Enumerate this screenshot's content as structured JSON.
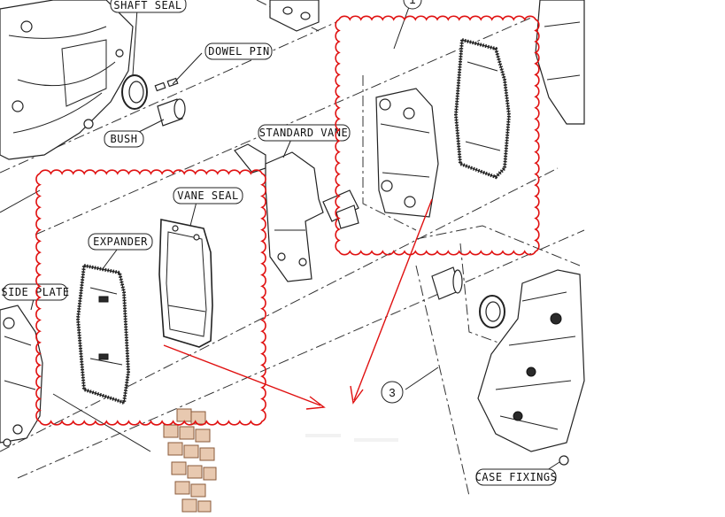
{
  "labels": {
    "shaft_seal": "SHAFT SEAL",
    "dowel_pin": "DOWEL PIN",
    "bush": "BUSH",
    "standard_vane": "STANDARD VANE",
    "vane_seal": "VANE SEAL",
    "expander": "EXPANDER",
    "side_plate": "SIDE PLATE",
    "case_fixings": "CASE FIXINGS"
  },
  "callout_numbers": {
    "top": "1",
    "right": "3"
  },
  "colors": {
    "markup": "#e01010",
    "linework": "#222222",
    "background": "#ffffff"
  }
}
